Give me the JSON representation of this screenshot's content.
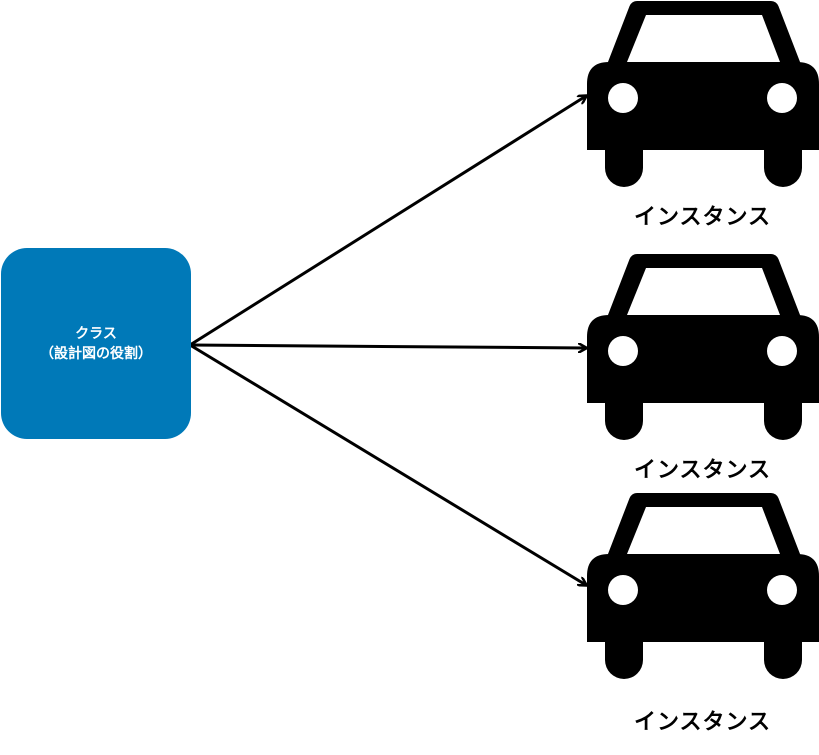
{
  "class_box": {
    "title": "クラス",
    "subtitle": "（設計図の役割）",
    "color": "#0079b8"
  },
  "instances": [
    {
      "label": "インスタンス",
      "icon": "car-icon"
    },
    {
      "label": "インスタンス",
      "icon": "car-icon"
    },
    {
      "label": "インスタンス",
      "icon": "car-icon"
    }
  ]
}
